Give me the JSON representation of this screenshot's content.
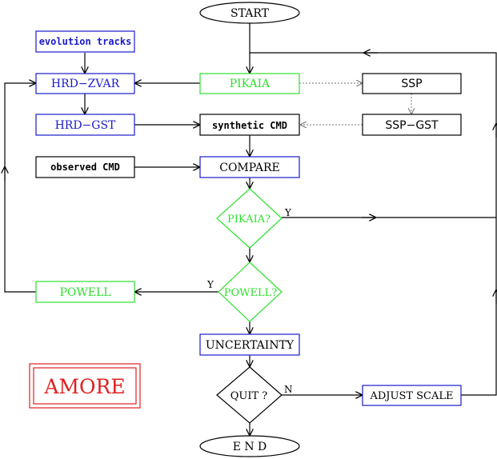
{
  "nodes": {
    "start": "START",
    "end": "E N D",
    "evolution_tracks": "evolution tracks",
    "hrd_zvar": "HRD−ZVAR",
    "hrd_gst": "HRD−GST",
    "observed_cmd": "observed CMD",
    "pikaia": "PIKAIA",
    "synthetic_cmd": "synthetic CMD",
    "compare": "COMPARE",
    "ssp": "SSP",
    "ssp_gst": "SSP−GST",
    "pikaia_decision": "PIKAIA?",
    "powell_decision": "POWELL?",
    "powell": "POWELL",
    "uncertainty": "UNCERTAINTY",
    "quit_decision": "QUIT ?",
    "adjust_scale": "ADJUST SCALE",
    "amore": "AMORE"
  },
  "edge_labels": {
    "pikaia_yes": "Y",
    "powell_yes": "Y",
    "quit_no": "N"
  },
  "colors": {
    "blue": "#1a1acc",
    "green": "#2ee02e",
    "red": "#e02020",
    "black": "#000000"
  }
}
